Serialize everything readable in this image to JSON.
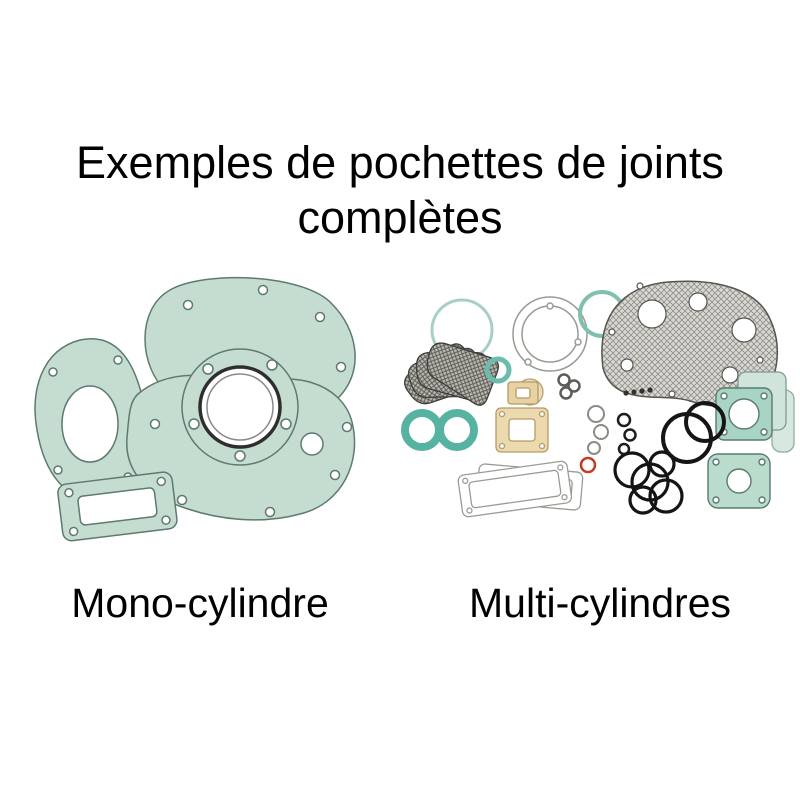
{
  "title": {
    "line1": "Exemples de pochettes de joints",
    "line2": "complètes"
  },
  "labels": {
    "mono": "Mono-cylindre",
    "multi": "Multi-cylindres"
  },
  "colors": {
    "background": "#ffffff",
    "text": "#000000",
    "gasket_teal_fill": "#c5ddd0",
    "gasket_teal_stroke": "#5c7a6e",
    "gasket_teal_bright": "#57b3a1",
    "paper_tan": "#ecd9ae",
    "hatch_gray": "#8f8e88",
    "oring_black": "#151515",
    "oring_red": "#c23b22"
  }
}
